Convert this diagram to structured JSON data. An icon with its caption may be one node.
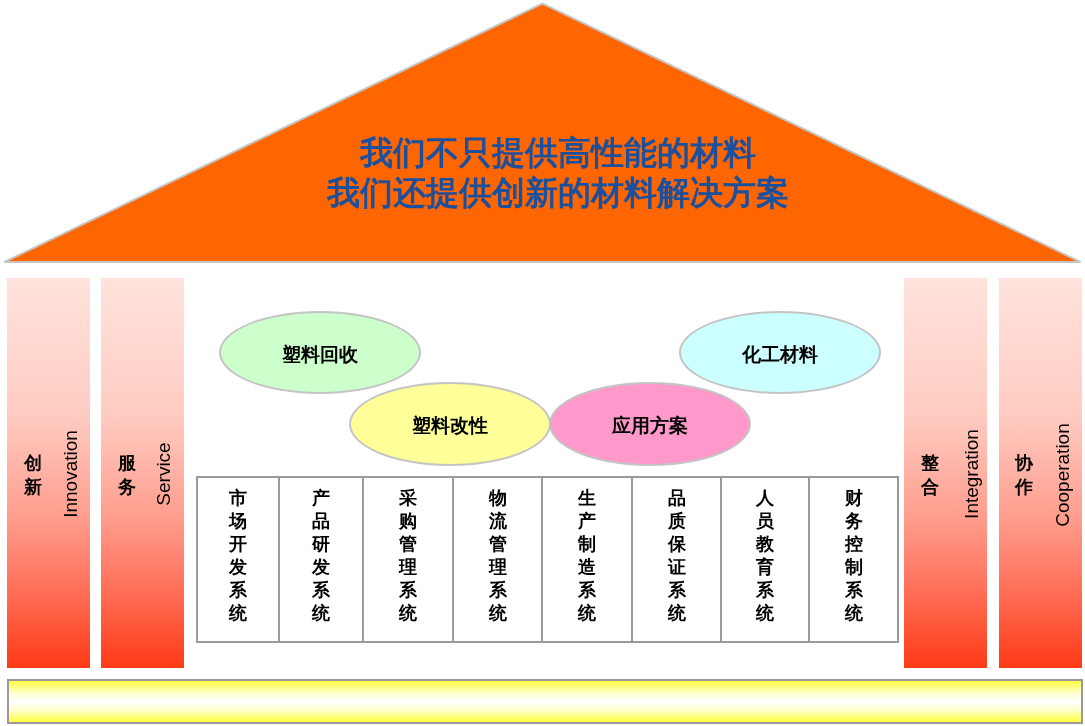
{
  "diagram": {
    "nodes": [
      {
        "text": [
          "我们不只提供高性能的材料",
          "我们还提供创新的材料解决方案"
        ]
      },
      {
        "text": [
          "创新",
          "Innovation"
        ]
      },
      {
        "text": [
          "服务",
          "Service"
        ]
      },
      {
        "text": [
          "塑料回收"
        ]
      },
      {
        "text": [
          "化工材料"
        ]
      },
      {
        "text": [
          "塑料改性"
        ]
      },
      {
        "text": [
          "应用方案"
        ]
      },
      {
        "text": [
          "市场开发系统"
        ]
      },
      {
        "text": [
          "产品研发系统"
        ]
      },
      {
        "text": [
          "采购管理系统"
        ]
      },
      {
        "text": [
          "物流管理系统"
        ]
      },
      {
        "text": [
          "生产制造系统"
        ]
      },
      {
        "text": [
          "品质保证系统"
        ]
      },
      {
        "text": [
          "人员教育系统"
        ]
      },
      {
        "text": [
          "财务控制系统"
        ]
      },
      {
        "text": [
          "整合",
          "Integration"
        ]
      },
      {
        "text": [
          "协作",
          "Cooperation"
        ]
      },
      {
        "text": [],
        "shape": "bar"
      }
    ]
  }
}
